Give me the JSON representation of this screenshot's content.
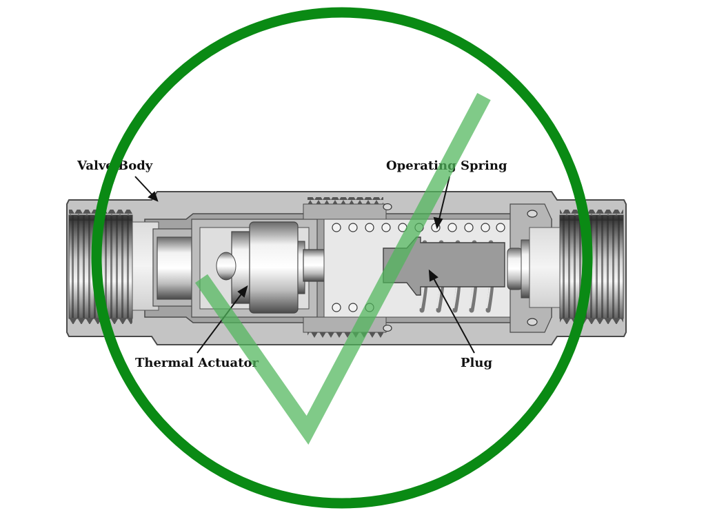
{
  "labels": {
    "valve_body": "Valve Body",
    "operating_spring": "Operating Spring",
    "thermal_actuator": "Thermal Actuator",
    "plug": "Plug"
  },
  "overlay": {
    "circle_color": "#0a8a14",
    "check_color": "#4fb55a",
    "icon": "check-mark-in-circle-icon"
  },
  "colors": {
    "body_metal": "#c9c9c9",
    "section_cut": "#9a9a9a",
    "outline": "#4a4a4a"
  }
}
